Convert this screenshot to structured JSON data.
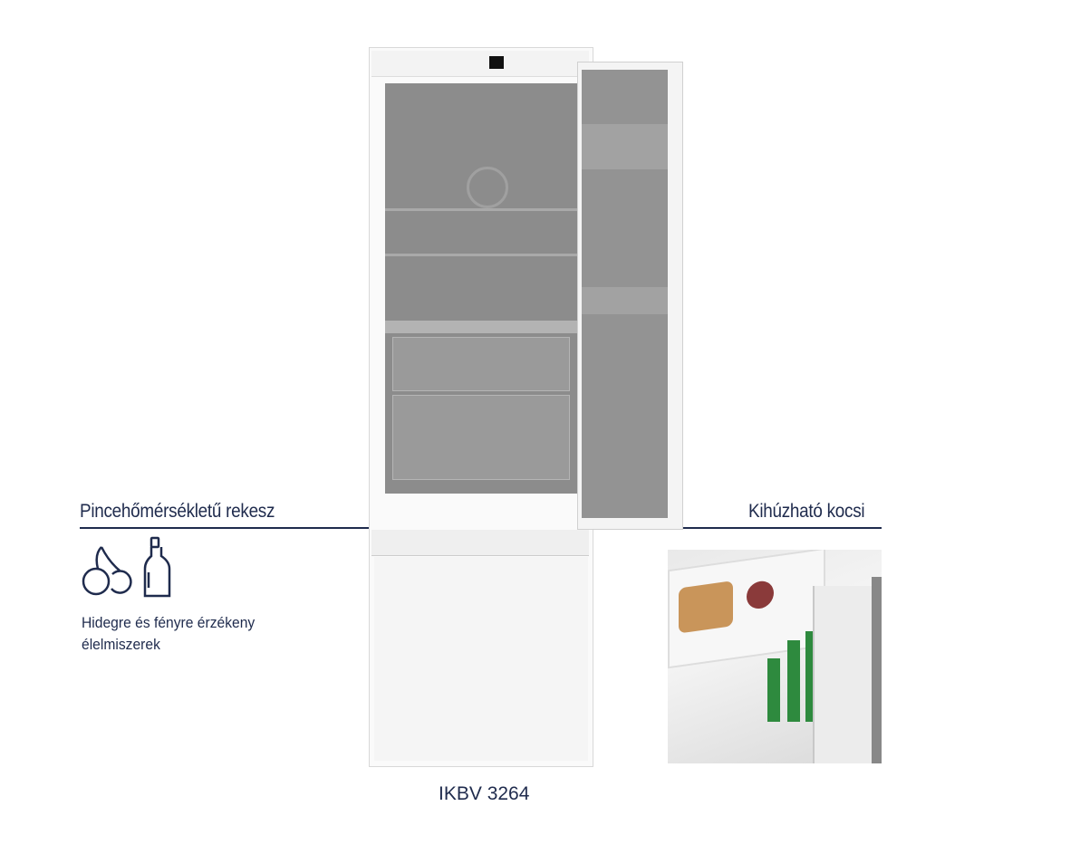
{
  "left_feature": {
    "title": "Pincehőmérsékletű rekesz",
    "description_line1": "Hidegre és fényre érzékeny",
    "description_line2": "élelmiszerek",
    "icons": [
      "cherries-icon",
      "bottle-icon"
    ]
  },
  "right_feature": {
    "title": "Kihúzható kocsi"
  },
  "product": {
    "model": "IKBV 3264"
  },
  "colors": {
    "text": "#1f2b4d"
  }
}
